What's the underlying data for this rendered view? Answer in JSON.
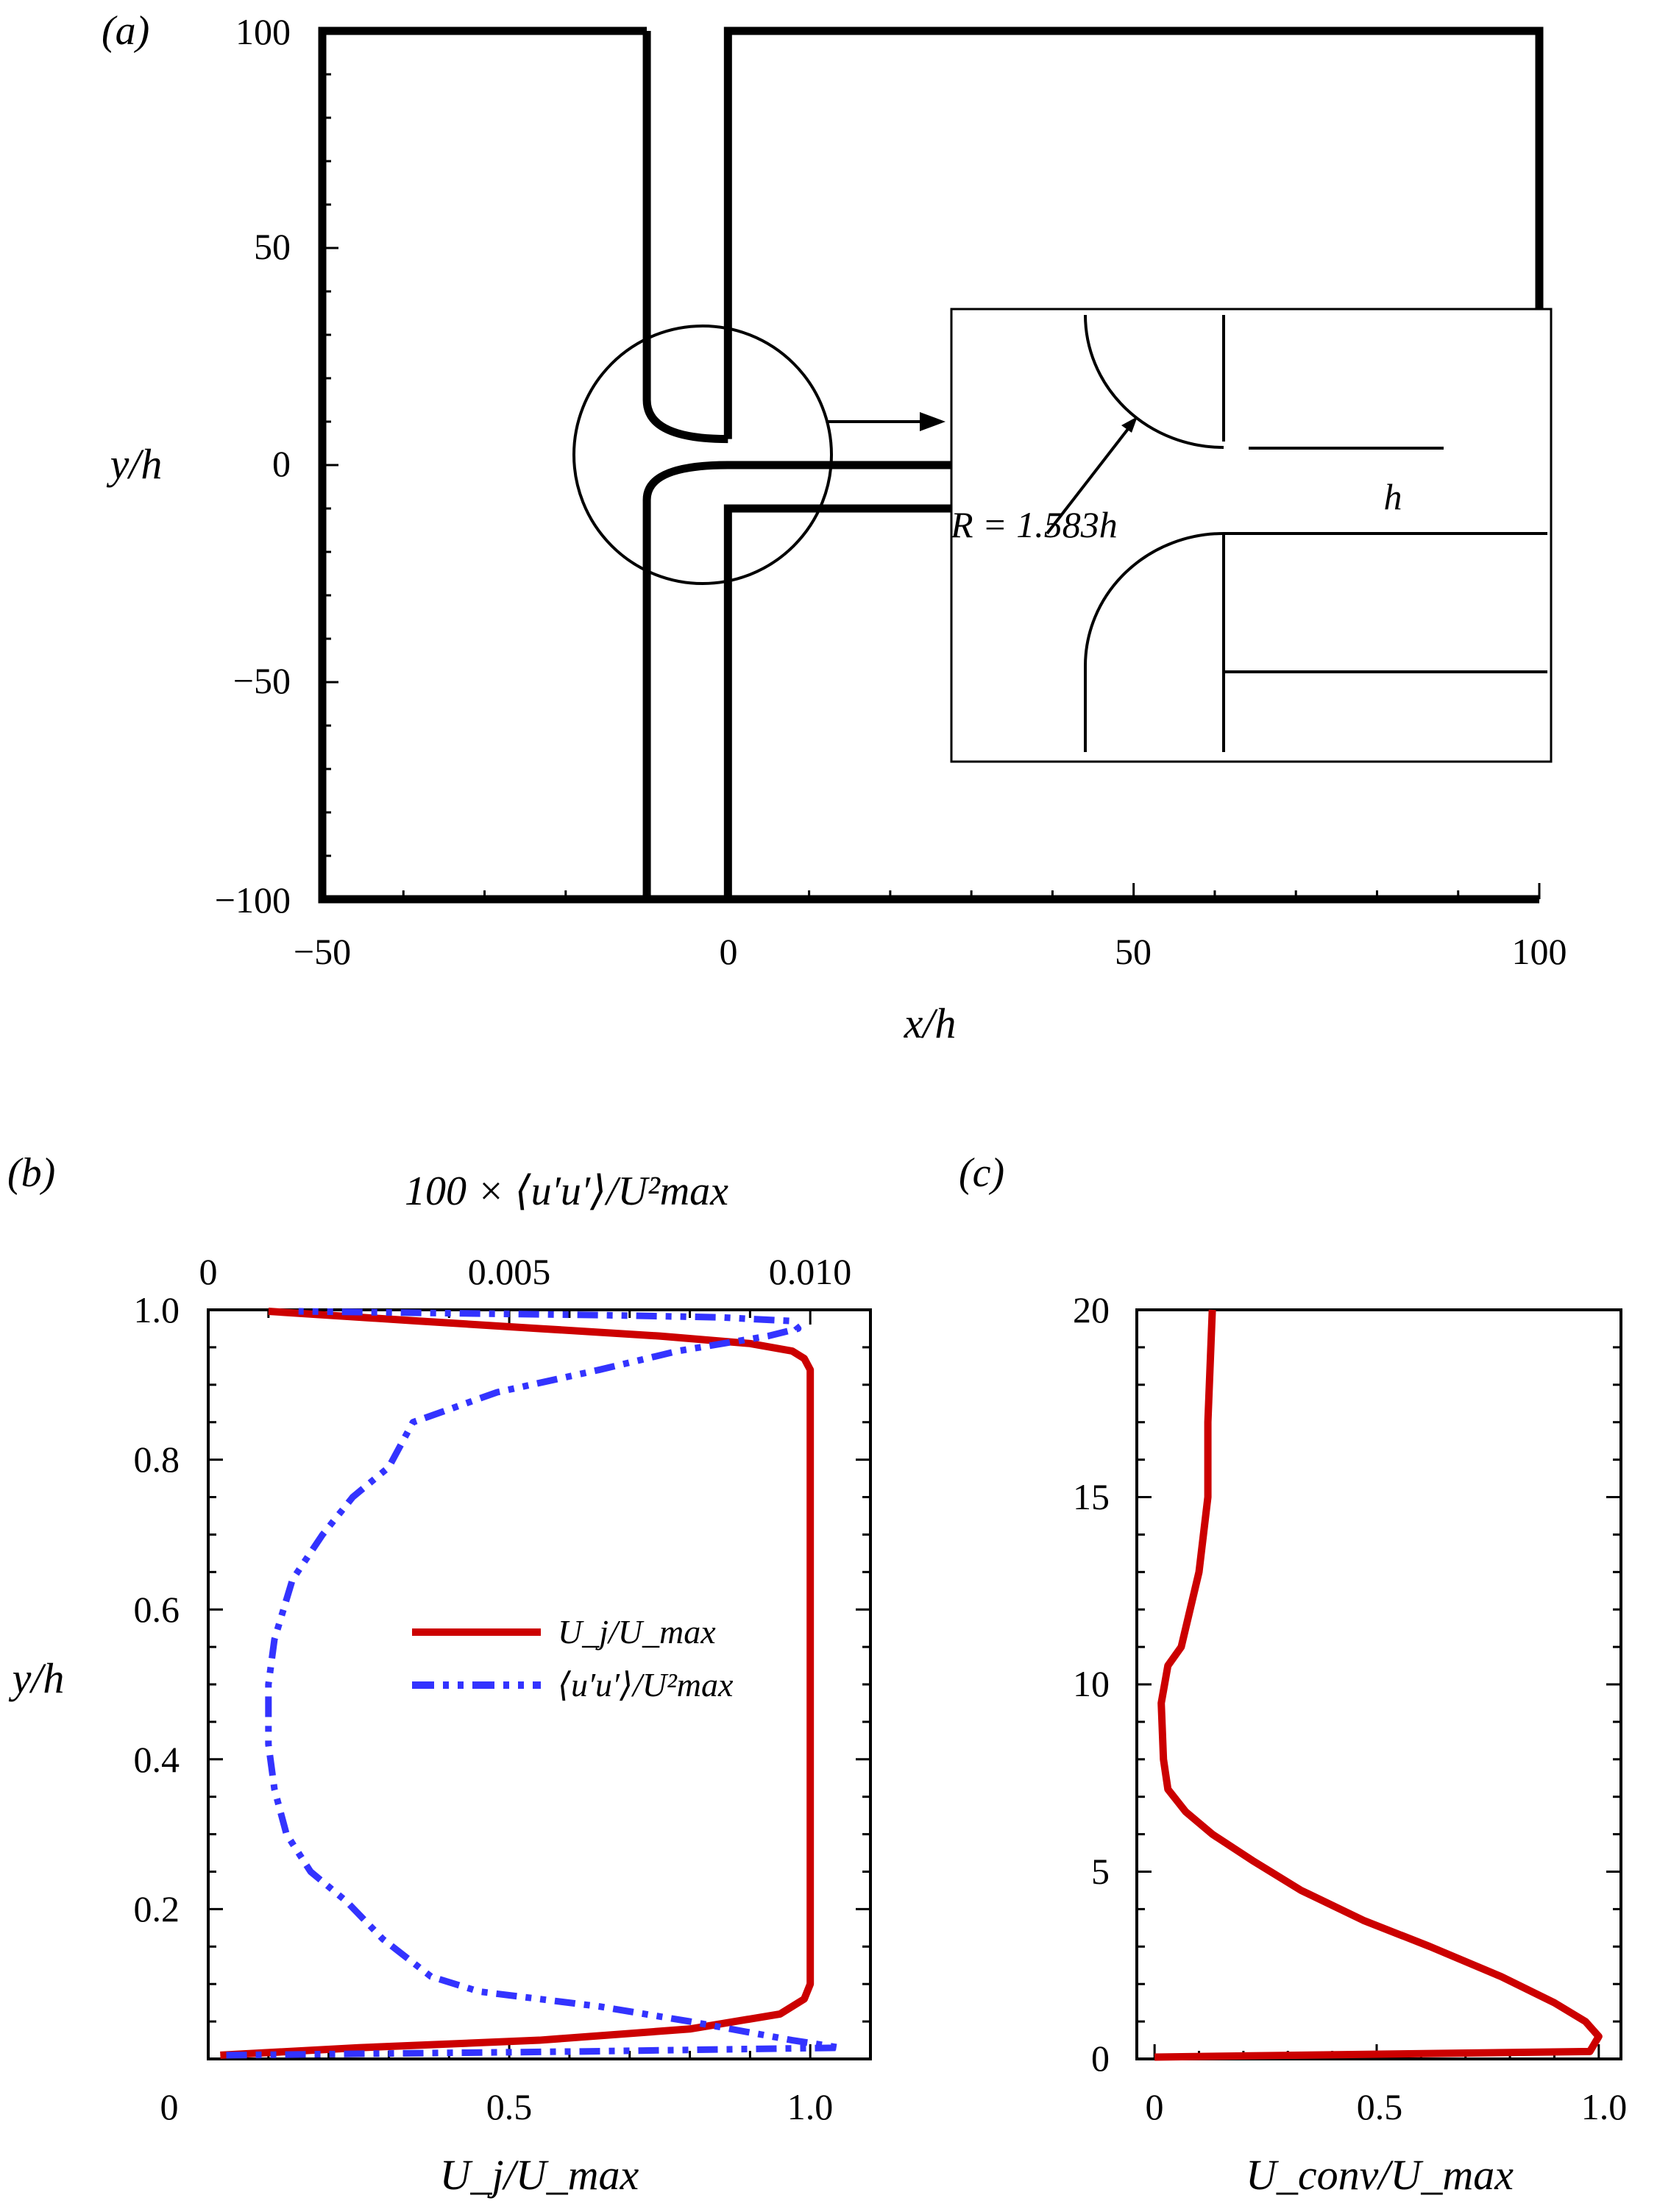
{
  "panel_labels": {
    "a": "(a)",
    "b": "(b)",
    "c": "(c)"
  },
  "panel_a": {
    "xlabel": "x/h",
    "ylabel": "y/h",
    "xticks": [
      "−50",
      "0",
      "50",
      "100"
    ],
    "yticks": [
      "100",
      "50",
      "0",
      "−50",
      "−100"
    ],
    "inset": {
      "radius_label": "R = 1.583h",
      "width_label": "h"
    }
  },
  "panel_b": {
    "xlabel": "U_j/U_max",
    "xticks": [
      "0",
      "0.5",
      "1.0"
    ],
    "top_xlabel": "100 × ⟨u′u′⟩/U²max",
    "top_xticks": [
      "0",
      "0.005",
      "0.010"
    ],
    "ylabel": "y/h",
    "yticks": [
      "1.0",
      "0.8",
      "0.6",
      "0.4",
      "0.2",
      "0"
    ],
    "legend": [
      "U_j/U_max",
      "⟨u′u′⟩/U²max"
    ],
    "colors": {
      "mean": "#cc0000",
      "stress": "#3333ff"
    }
  },
  "panel_c": {
    "xlabel": "U_conv/U_max",
    "xticks": [
      "0",
      "0.5",
      "1.0"
    ],
    "yticks": [
      "20",
      "15",
      "10",
      "5",
      "0"
    ],
    "colors": {
      "line": "#cc0000"
    }
  },
  "chart_data": [
    {
      "type": "line",
      "panel": "a",
      "xlabel": "x/h",
      "ylabel": "y/h",
      "xlim": [
        -50,
        100
      ],
      "ylim": [
        -100,
        100
      ],
      "series": [
        {
          "values": [
            [
              -10,
              100
            ],
            [
              -10,
              15
            ],
            [
              0,
              6
            ],
            [
              0,
              100
            ]
          ]
        },
        {
          "values": [
            [
              0,
              100
            ],
            [
              100,
              100
            ],
            [
              100,
              36
            ]
          ]
        },
        {
          "values": [
            [
              -10,
              -100
            ],
            [
              -10,
              -8
            ],
            [
              0,
              0
            ],
            [
              28,
              0
            ]
          ]
        },
        {
          "values": [
            [
              0,
              -100
            ],
            [
              0,
              -10
            ],
            [
              28,
              -10
            ]
          ]
        },
        {
          "values": [
            [
              -50,
              100
            ],
            [
              -50,
              -100
            ],
            [
              100,
              -100
            ],
            [
              100,
              -100
            ]
          ]
        }
      ]
    },
    {
      "type": "line",
      "panel": "b",
      "xlabel": "U_j/U_max",
      "ylabel": "y/h",
      "xlim": [
        0,
        1.1
      ],
      "ylim": [
        0,
        1.0
      ],
      "top_xlim": [
        0,
        0.011
      ],
      "series": [
        {
          "name": "U_j/U_max",
          "x": [
            0.02,
            0.25,
            0.55,
            0.8,
            0.95,
            0.99,
            1.0,
            1.0,
            1.0,
            1.0,
            0.99,
            0.97,
            0.9,
            0.75,
            0.55,
            0.35,
            0.1
          ],
          "y": [
            0.005,
            0.015,
            0.025,
            0.04,
            0.06,
            0.08,
            0.1,
            0.5,
            0.9,
            0.92,
            0.935,
            0.945,
            0.955,
            0.965,
            0.975,
            0.985,
            0.998
          ]
        },
        {
          "name": "⟨u′u′⟩/U²max",
          "x": [
            0.0003,
            0.0062,
            0.0105,
            0.0097,
            0.008,
            0.0065,
            0.0055,
            0.0045,
            0.0037,
            0.0029,
            0.0023,
            0.0017,
            0.0013,
            0.0011,
            0.001,
            0.001,
            0.0011,
            0.0014,
            0.0019,
            0.0024,
            0.003,
            0.0034,
            0.0048,
            0.0065,
            0.0078,
            0.0093,
            0.0098,
            0.0097,
            0.0085,
            0.0065,
            0.0015
          ],
          "y": [
            0.005,
            0.01,
            0.015,
            0.025,
            0.05,
            0.07,
            0.08,
            0.09,
            0.11,
            0.16,
            0.21,
            0.25,
            0.3,
            0.36,
            0.42,
            0.5,
            0.56,
            0.64,
            0.7,
            0.75,
            0.79,
            0.85,
            0.89,
            0.92,
            0.945,
            0.965,
            0.975,
            0.985,
            0.99,
            0.993,
            0.998
          ]
        }
      ]
    },
    {
      "type": "line",
      "panel": "c",
      "xlabel": "U_conv/U_max",
      "xlim": [
        -0.05,
        1.05
      ],
      "ylim": [
        0,
        20
      ],
      "series": [
        {
          "name": "U_conv/U_max",
          "x": [
            0.0,
            0.98,
            1.0,
            0.97,
            0.9,
            0.78,
            0.62,
            0.47,
            0.33,
            0.22,
            0.13,
            0.07,
            0.03,
            0.02,
            0.015,
            0.03,
            0.06,
            0.08,
            0.1,
            0.11,
            0.12,
            0.12,
            0.13
          ],
          "y": [
            0.05,
            0.2,
            0.6,
            1.0,
            1.5,
            2.2,
            3.0,
            3.7,
            4.5,
            5.3,
            6.0,
            6.6,
            7.2,
            8.0,
            9.5,
            10.5,
            11.0,
            12.0,
            13.0,
            14.0,
            15.0,
            17.0,
            20.0
          ]
        }
      ]
    }
  ]
}
